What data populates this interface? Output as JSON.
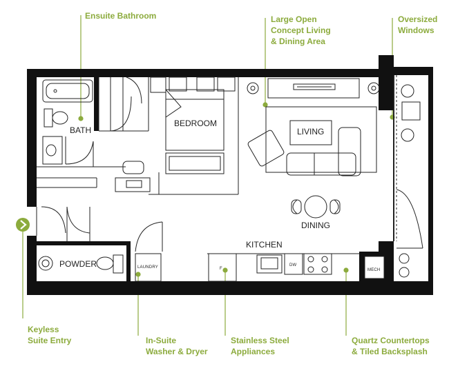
{
  "callouts": {
    "ensuite_bathroom": "Ensuite Bathroom",
    "living_dining": "Large Open\nConcept Living\n& Dining Area",
    "oversized_windows": "Oversized\nWindows",
    "keyless_entry": "Keyless\nSuite Entry",
    "washer_dryer": "In-Suite\nWasher & Dryer",
    "appliances": "Stainless Steel\nAppliances",
    "countertops": "Quartz Countertops\n& Tiled Backsplash"
  },
  "rooms": {
    "bath": "BATH",
    "bedroom": "BEDROOM",
    "living": "LIVING",
    "dining": "DINING",
    "kitchen": "KITCHEN",
    "powder": "POWDER",
    "laundry": "LAUNDRY",
    "dw": "DW",
    "mech": "MECH",
    "fridge": "F"
  },
  "colors": {
    "accent": "#8cab3d",
    "wall": "#111111",
    "line": "#222222"
  }
}
